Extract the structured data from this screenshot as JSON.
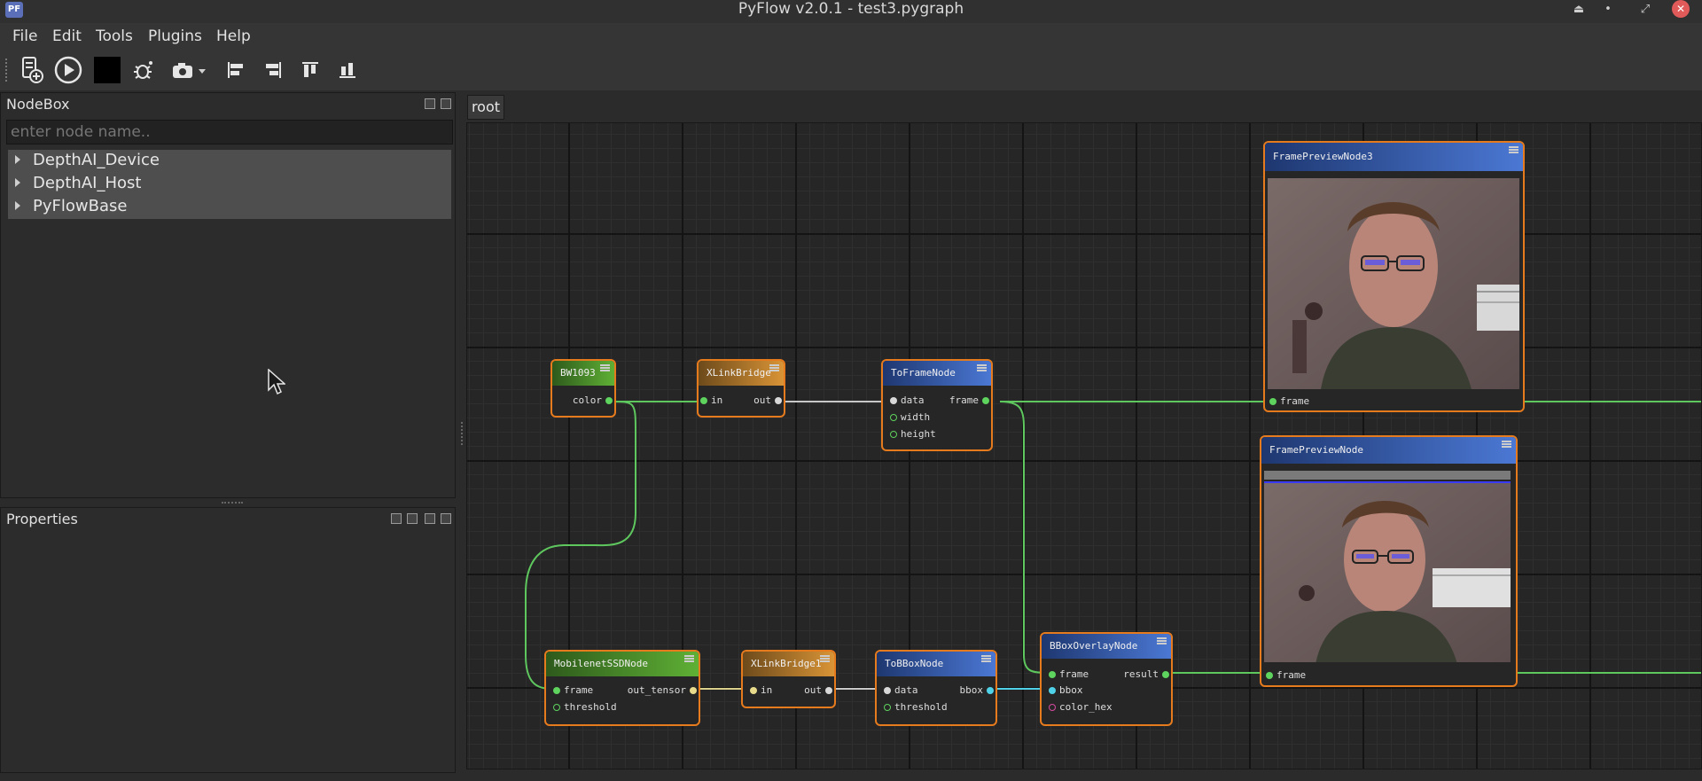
{
  "window": {
    "title": "PyFlow v2.0.1 - test3.pygraph",
    "logo_text": "PF"
  },
  "menu": {
    "items": [
      "File",
      "Edit",
      "Tools",
      "Plugins",
      "Help"
    ]
  },
  "toolbar": {
    "icons": [
      "new-file-icon",
      "play-icon",
      "stop-icon",
      "bug-icon",
      "screenshot-icon",
      "align-left-icon",
      "align-right-icon",
      "align-top-icon",
      "align-bottom-icon"
    ]
  },
  "nodebox": {
    "title": "NodeBox",
    "search_placeholder": "enter node name..",
    "categories": [
      "DepthAI_Device",
      "DepthAI_Host",
      "PyFlowBase"
    ]
  },
  "properties": {
    "title": "Properties"
  },
  "canvas": {
    "tab": "root",
    "nodes": {
      "bw1093": {
        "title": "BW1093",
        "outputs": [
          "color"
        ]
      },
      "xlinkbridge": {
        "title": "XLinkBridge",
        "inputs": [
          "in"
        ],
        "outputs": [
          "out"
        ]
      },
      "toframenode": {
        "title": "ToFrameNode",
        "inputs": [
          "data",
          "width",
          "height"
        ],
        "outputs": [
          "frame"
        ]
      },
      "framepreview3": {
        "title": "FramePreviewNode3",
        "inputs": [
          "frame"
        ]
      },
      "framepreview": {
        "title": "FramePreviewNode",
        "inputs": [
          "frame"
        ]
      },
      "mobilenet": {
        "title": "MobilenetSSDNode",
        "inputs": [
          "frame",
          "threshold"
        ],
        "outputs": [
          "out_tensor"
        ]
      },
      "xlinkbridge1": {
        "title": "XLinkBridge1",
        "inputs": [
          "in"
        ],
        "outputs": [
          "out"
        ]
      },
      "tobbox": {
        "title": "ToBBoxNode",
        "inputs": [
          "data",
          "threshold"
        ],
        "outputs": [
          "bbox"
        ]
      },
      "bboxoverlay": {
        "title": "BBoxOverlayNode",
        "inputs": [
          "frame",
          "bbox",
          "color_hex"
        ],
        "outputs": [
          "result"
        ]
      }
    }
  },
  "colors": {
    "node_border": "#e67b1e",
    "edge_green": "#5ec85e",
    "edge_white": "#c8c8c8",
    "edge_yellow": "#d8d08a",
    "edge_cyan": "#4fd2e8"
  }
}
